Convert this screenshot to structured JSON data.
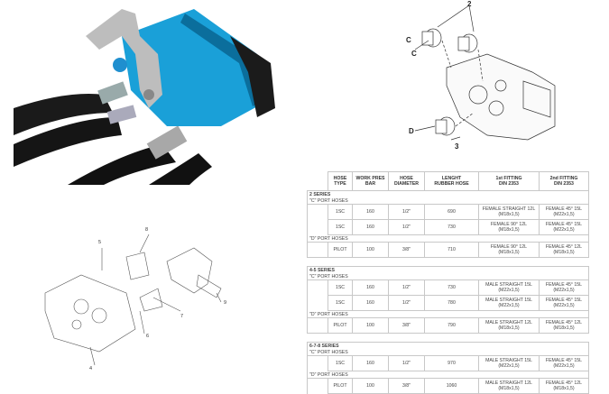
{
  "table": {
    "headers": [
      {
        "l1": "HOSE",
        "l2": "TYPE"
      },
      {
        "l1": "WORK PRES",
        "l2": "BAR"
      },
      {
        "l1": "HOSE",
        "l2": "DIAMETER"
      },
      {
        "l1": "LENGHT",
        "l2": "RUBBER HOSE"
      },
      {
        "l1": "1st FITTING",
        "l2": "DIN 2353"
      },
      {
        "l1": "2nd FITTING",
        "l2": "DIN 2353"
      }
    ],
    "sections": [
      {
        "title": "2 SERIES",
        "c_label": "\"C\" PORT HOSES",
        "c_rows": [
          {
            "type": "1SC",
            "pres": "160",
            "dia": "1/2\"",
            "len": "690",
            "f1a": "FEMALE STRAIGHT 12L",
            "f1b": "(M18x1,5)",
            "f2a": "FEMALE 45° 15L",
            "f2b": "(M22x1,5)"
          },
          {
            "type": "1SC",
            "pres": "160",
            "dia": "1/2\"",
            "len": "730",
            "f1a": "FEMALE 90° 12L",
            "f1b": "(M18x1,5)",
            "f2a": "FEMALE 45° 15L",
            "f2b": "(M22x1,5)"
          }
        ],
        "d_label": "\"D\" PORT HOSES",
        "d_rows": [
          {
            "type": "PILOT",
            "pres": "100",
            "dia": "3/8\"",
            "len": "710",
            "f1a": "FEMALE 90° 12L",
            "f1b": "(M18x1,5)",
            "f2a": "FEMALE 45° 12L",
            "f2b": "(M18x1,5)"
          }
        ]
      },
      {
        "title": "4-5 SERIES",
        "c_label": "\"C\" PORT HOSES",
        "c_rows": [
          {
            "type": "1SC",
            "pres": "160",
            "dia": "1/2\"",
            "len": "730",
            "f1a": "MALE STRAIGHT 15L",
            "f1b": "(M22x1,5)",
            "f2a": "FEMALE 45° 15L",
            "f2b": "(M22x1,5)"
          },
          {
            "type": "1SC",
            "pres": "160",
            "dia": "1/2\"",
            "len": "780",
            "f1a": "MALE STRAIGHT 15L",
            "f1b": "(M22x1,5)",
            "f2a": "FEMALE 45° 15L",
            "f2b": "(M22x1,5)"
          }
        ],
        "d_label": "\"D\" PORT HOSES",
        "d_rows": [
          {
            "type": "PILOT",
            "pres": "100",
            "dia": "3/8\"",
            "len": "790",
            "f1a": "MALE STRAIGHT 12L",
            "f1b": "(M18x1,5)",
            "f2a": "FEMALE 45° 12L",
            "f2b": "(M18x1,5)"
          }
        ]
      },
      {
        "title": "6-7-8 SERIES",
        "c_label": "\"C\" PORT HOSES",
        "c_rows": [
          {
            "type": "1SC",
            "pres": "160",
            "dia": "1/2\"",
            "len": "970",
            "f1a": "MALE STRAIGHT 15L",
            "f1b": "(M22x1,5)",
            "f2a": "FEMALE 45° 15L",
            "f2b": "(M22x1,5)"
          }
        ],
        "d_label": "\"D\" PORT HOSES",
        "d_rows": [
          {
            "type": "PILOT",
            "pres": "100",
            "dia": "3/8\"",
            "len": "1060",
            "f1a": "MALE STRAIGHT 12L",
            "f1b": "(M18x1,5)",
            "f2a": "FEMALE 45° 12L",
            "f2b": "(M18x1,5)"
          }
        ]
      }
    ]
  },
  "diagram_top": {
    "labels": [
      "2",
      "C",
      "C",
      "D",
      "3"
    ]
  },
  "diagram_bottom": {
    "labels": [
      "5",
      "8",
      "7",
      "6",
      "9",
      "4"
    ]
  }
}
